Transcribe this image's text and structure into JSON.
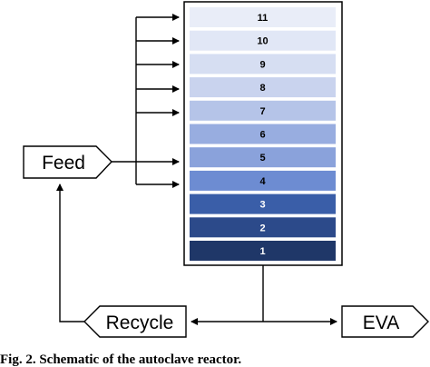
{
  "reactor": {
    "zones": [
      {
        "label": "11",
        "color": "#e9edf8"
      },
      {
        "label": "10",
        "color": "#e1e7f6"
      },
      {
        "label": "9",
        "color": "#d6def2"
      },
      {
        "label": "8",
        "color": "#c9d3ee"
      },
      {
        "label": "7",
        "color": "#b5c4e8"
      },
      {
        "label": "6",
        "color": "#98ade0"
      },
      {
        "label": "5",
        "color": "#8aa2db"
      },
      {
        "label": "4",
        "color": "#6d8cd2"
      },
      {
        "label": "3",
        "color": "#3a5ea8"
      },
      {
        "label": "2",
        "color": "#2c4a8a"
      },
      {
        "label": "1",
        "color": "#1f3768"
      }
    ]
  },
  "nodes": {
    "feed": "Feed",
    "recycle": "Recycle",
    "eva": "EVA"
  },
  "caption": "Fig. 2. Schematic of the autoclave reactor."
}
